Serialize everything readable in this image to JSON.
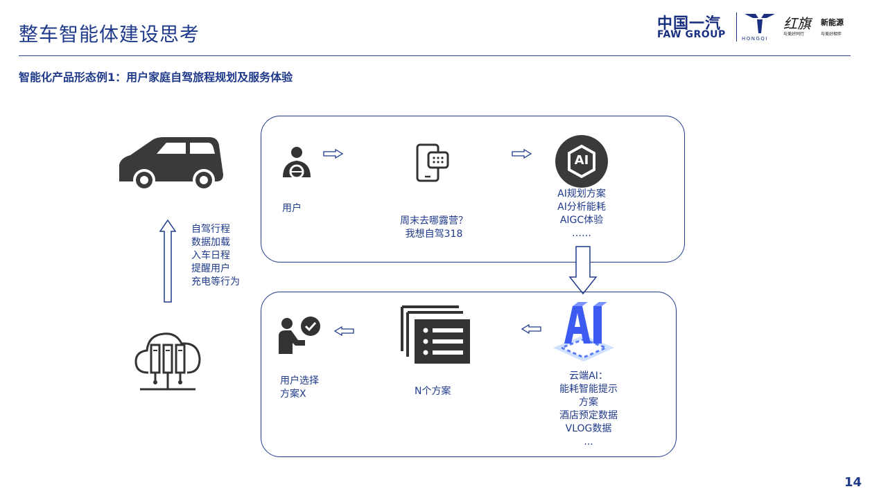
{
  "header": {
    "title": "整车智能体建设思考",
    "subtitle": "智能化产品形态例1：用户家庭自驾旅程规划及服务体验",
    "page_number": "14"
  },
  "logo": {
    "faw_cn": "中国一汽",
    "faw_en": "FAW GROUP",
    "hongqi_en": "HONGQI",
    "hongqi_script": "红旗",
    "hongqi_new_energy": "新能源",
    "slogan_a": "与美好同行",
    "slogan_b": "与美好相伴"
  },
  "left_column": {
    "upload_lines": [
      "自驾行程",
      "数据加载",
      "入车日程",
      "提醒用户",
      "充电等行为"
    ]
  },
  "top_panel": {
    "user_label": "用户",
    "query_lines": [
      "周末去哪露营？",
      "我想自驾318"
    ],
    "ai_badge": "AI",
    "ai_lines": [
      "AI规划方案",
      "AI分析能耗",
      "AIGC体验",
      "……"
    ]
  },
  "bottom_panel": {
    "user_choice_lines": [
      "用户选择",
      "方案X"
    ],
    "plans_label": "N个方案",
    "cloud_lines": [
      "云端AI：",
      "能耗智能提示",
      "方案",
      "酒店预定数据",
      "VLOG数据",
      "..."
    ]
  },
  "colors": {
    "primary": "#1f3a8a",
    "icon_dark": "#333333",
    "ai_blue": "#3d5bf0"
  }
}
